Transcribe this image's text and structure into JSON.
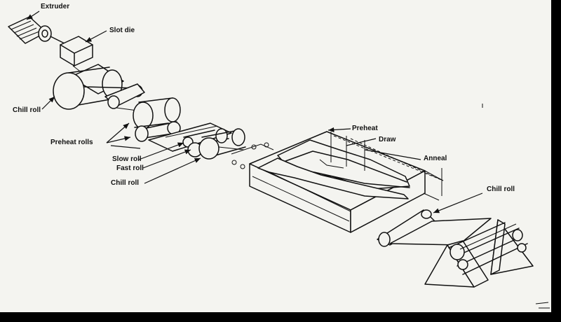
{
  "labels": {
    "extruder": "Extruder",
    "slot_die": "Slot die",
    "chill_roll_1": "Chill roll",
    "preheat_rolls": "Preheat rolls",
    "slow_roll": "Slow roll",
    "fast_roll": "Fast roll",
    "chill_roll_2": "Chill roll",
    "preheat": "Preheat",
    "draw": "Draw",
    "anneal": "Anneal",
    "chill_roll_3": "Chill roll"
  }
}
